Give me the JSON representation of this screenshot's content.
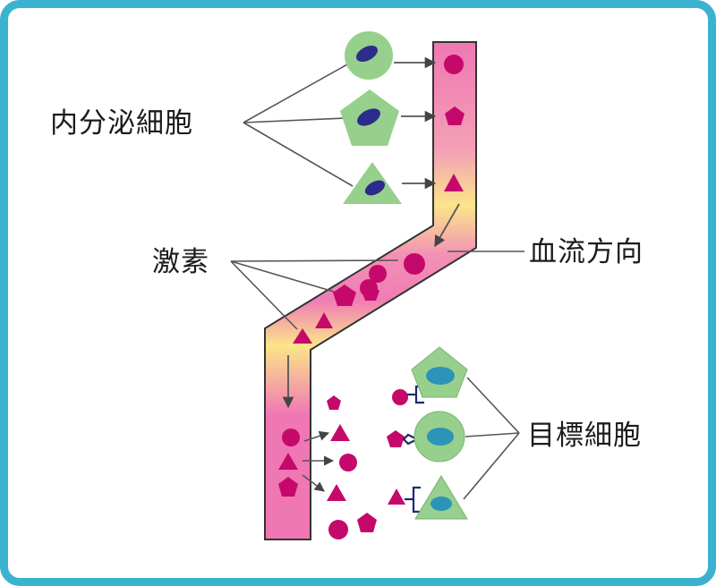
{
  "labels": {
    "endocrine_cell": "内分泌細胞",
    "hormone": "激素",
    "blood_flow": "血流方向",
    "target_cell": "目標細胞"
  },
  "colors": {
    "border": "#3bb2cf",
    "vessel_pink": "#ef77b3",
    "vessel_yellow": "#fbe58a",
    "vessel_outline": "#333333",
    "hormone": "#c4096b",
    "endocrine_cell": "#97d08c",
    "endocrine_nucleus": "#2c2c8c",
    "target_nucleus": "#2c93b9",
    "receptor": "#1e2a6e",
    "arrow": "#555555"
  }
}
